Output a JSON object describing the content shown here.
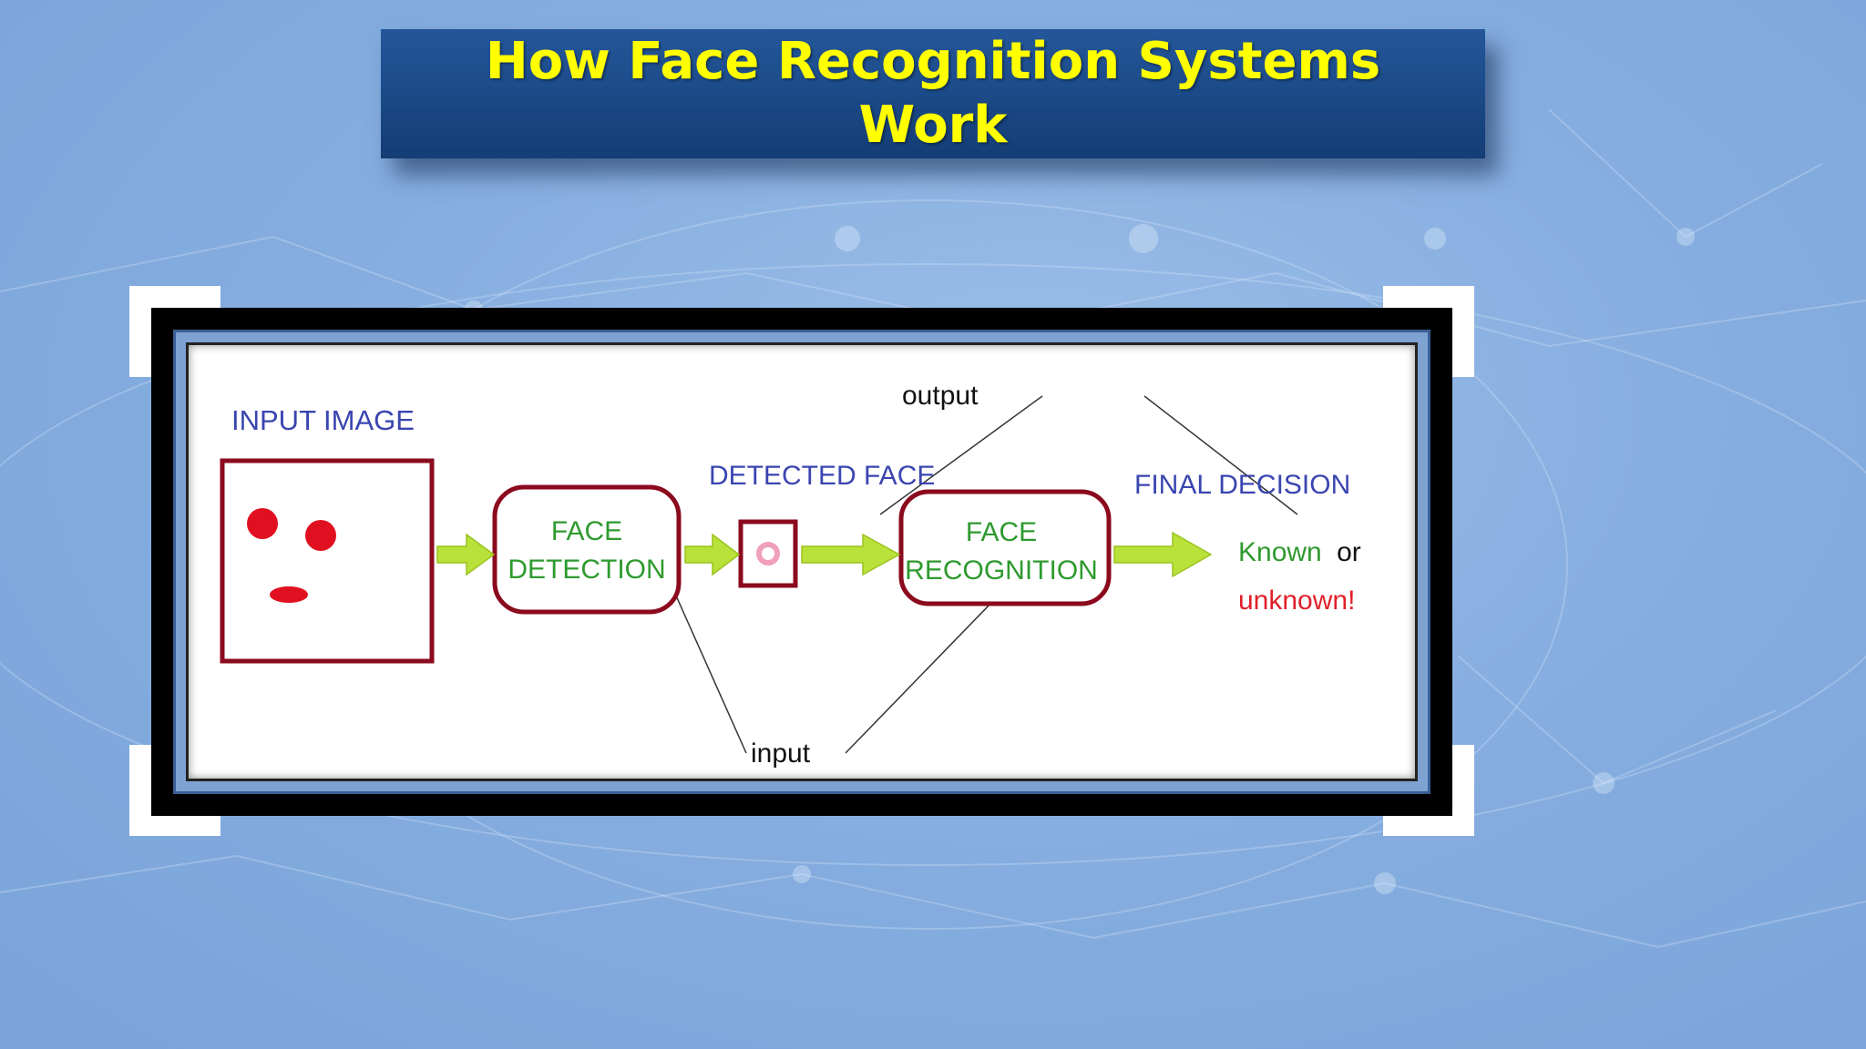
{
  "title": "How Face Recognition Systems Work",
  "diagram": {
    "input_image_label": "INPUT IMAGE",
    "face_detection_label_line1": "FACE",
    "face_detection_label_line2": "DETECTION",
    "detected_face_label": "DETECTED FACE",
    "face_recognition_label_line1": "FACE",
    "face_recognition_label_line2": "RECOGNITION",
    "final_decision_label": "FINAL DECISION",
    "output_label": "output",
    "input_label": "input",
    "known_label": "Known",
    "or_label": "or",
    "unknown_label": "unknown!"
  },
  "colors": {
    "title_text": "#ffff00",
    "banner": "#1b4a88",
    "box_border": "#8b0a1e",
    "arrow": "#b8e23a",
    "label_blue": "#3a45b0",
    "label_green": "#2e9a2e",
    "label_red": "#e0202a",
    "face_dot": "#e01020"
  }
}
